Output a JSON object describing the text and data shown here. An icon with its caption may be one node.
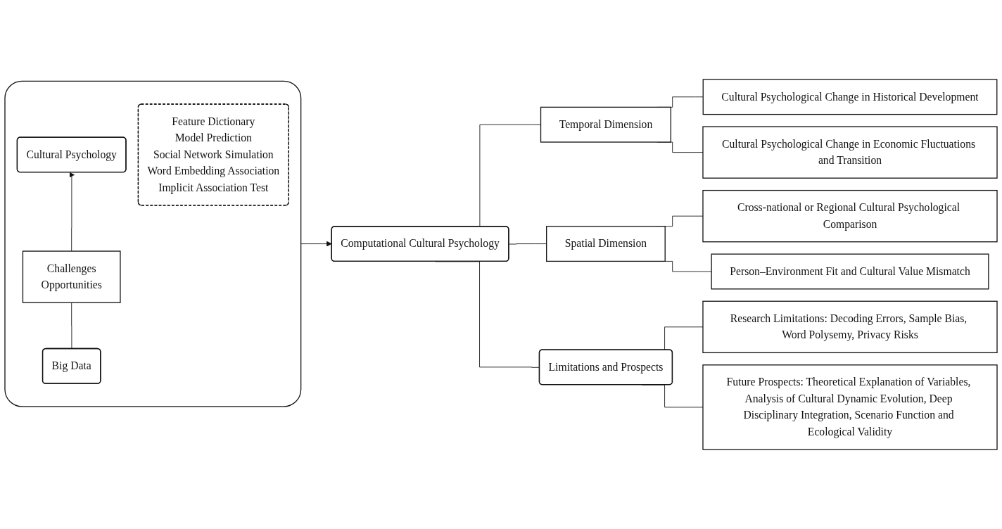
{
  "diagram": {
    "nodes": [
      {
        "text": [],
        "shape": "box"
      },
      {
        "text": [
          "Cultural Psychology"
        ],
        "in": 0
      },
      {
        "text": [
          "Challenges",
          "Opportunities"
        ],
        "in": 0
      },
      {
        "text": [
          "Big Data"
        ],
        "in": 0
      },
      {
        "text": [
          "Feature Dictionary",
          "Model Prediction",
          "Social Network Simulation",
          "Word Embedding Association",
          "Implicit Association Test"
        ],
        "in": 0
      },
      {
        "text": [
          "Computational Cultural Psychology"
        ]
      },
      {
        "text": [
          "Temporal Dimension"
        ]
      },
      {
        "text": [
          "Cultural Psychological Change in Historical Development"
        ]
      },
      {
        "text": [
          "Cultural Psychological Change in Economic Fluctuations and Transition"
        ]
      },
      {
        "text": [
          "Spatial Dimension"
        ]
      },
      {
        "text": [
          "Cross-national or Regional Cultural Psychological Comparison"
        ]
      },
      {
        "text": [
          "Person–Environment Fit and Cultural Value Mismatch"
        ]
      },
      {
        "text": [
          "Limitations and Prospects"
        ]
      },
      {
        "text": [
          "Research Limitations: Decoding Errors, Sample Bias, Word Polysemy, Privacy Risks"
        ]
      },
      {
        "text": [
          "Future Prospects: Theoretical Explanation of Variables, Analysis of Cultural Dynamic Evolution, Deep Disciplinary Integration, Scenario Function and Ecological Validity"
        ]
      }
    ],
    "edges": [
      {
        "from": 0,
        "to": 5,
        "arrow": "to"
      },
      {
        "from": 3,
        "to": 2,
        "arrow": "none"
      },
      {
        "from": 2,
        "to": 1,
        "arrow": "to"
      },
      {
        "from": 5,
        "to": 6,
        "arrow": "none"
      },
      {
        "from": 5,
        "to": 9,
        "arrow": "none"
      },
      {
        "from": 6,
        "to": 7,
        "arrow": "none"
      },
      {
        "from": 6,
        "to": 8,
        "arrow": "none"
      },
      {
        "from": 9,
        "to": 10,
        "arrow": "none"
      },
      {
        "from": 9,
        "to": 11,
        "arrow": "none"
      },
      {
        "from": 5,
        "to": 12,
        "arrow": "none"
      },
      {
        "from": 12,
        "to": 13,
        "arrow": "none"
      },
      {
        "from": 12,
        "to": 14,
        "arrow": "none"
      }
    ]
  }
}
